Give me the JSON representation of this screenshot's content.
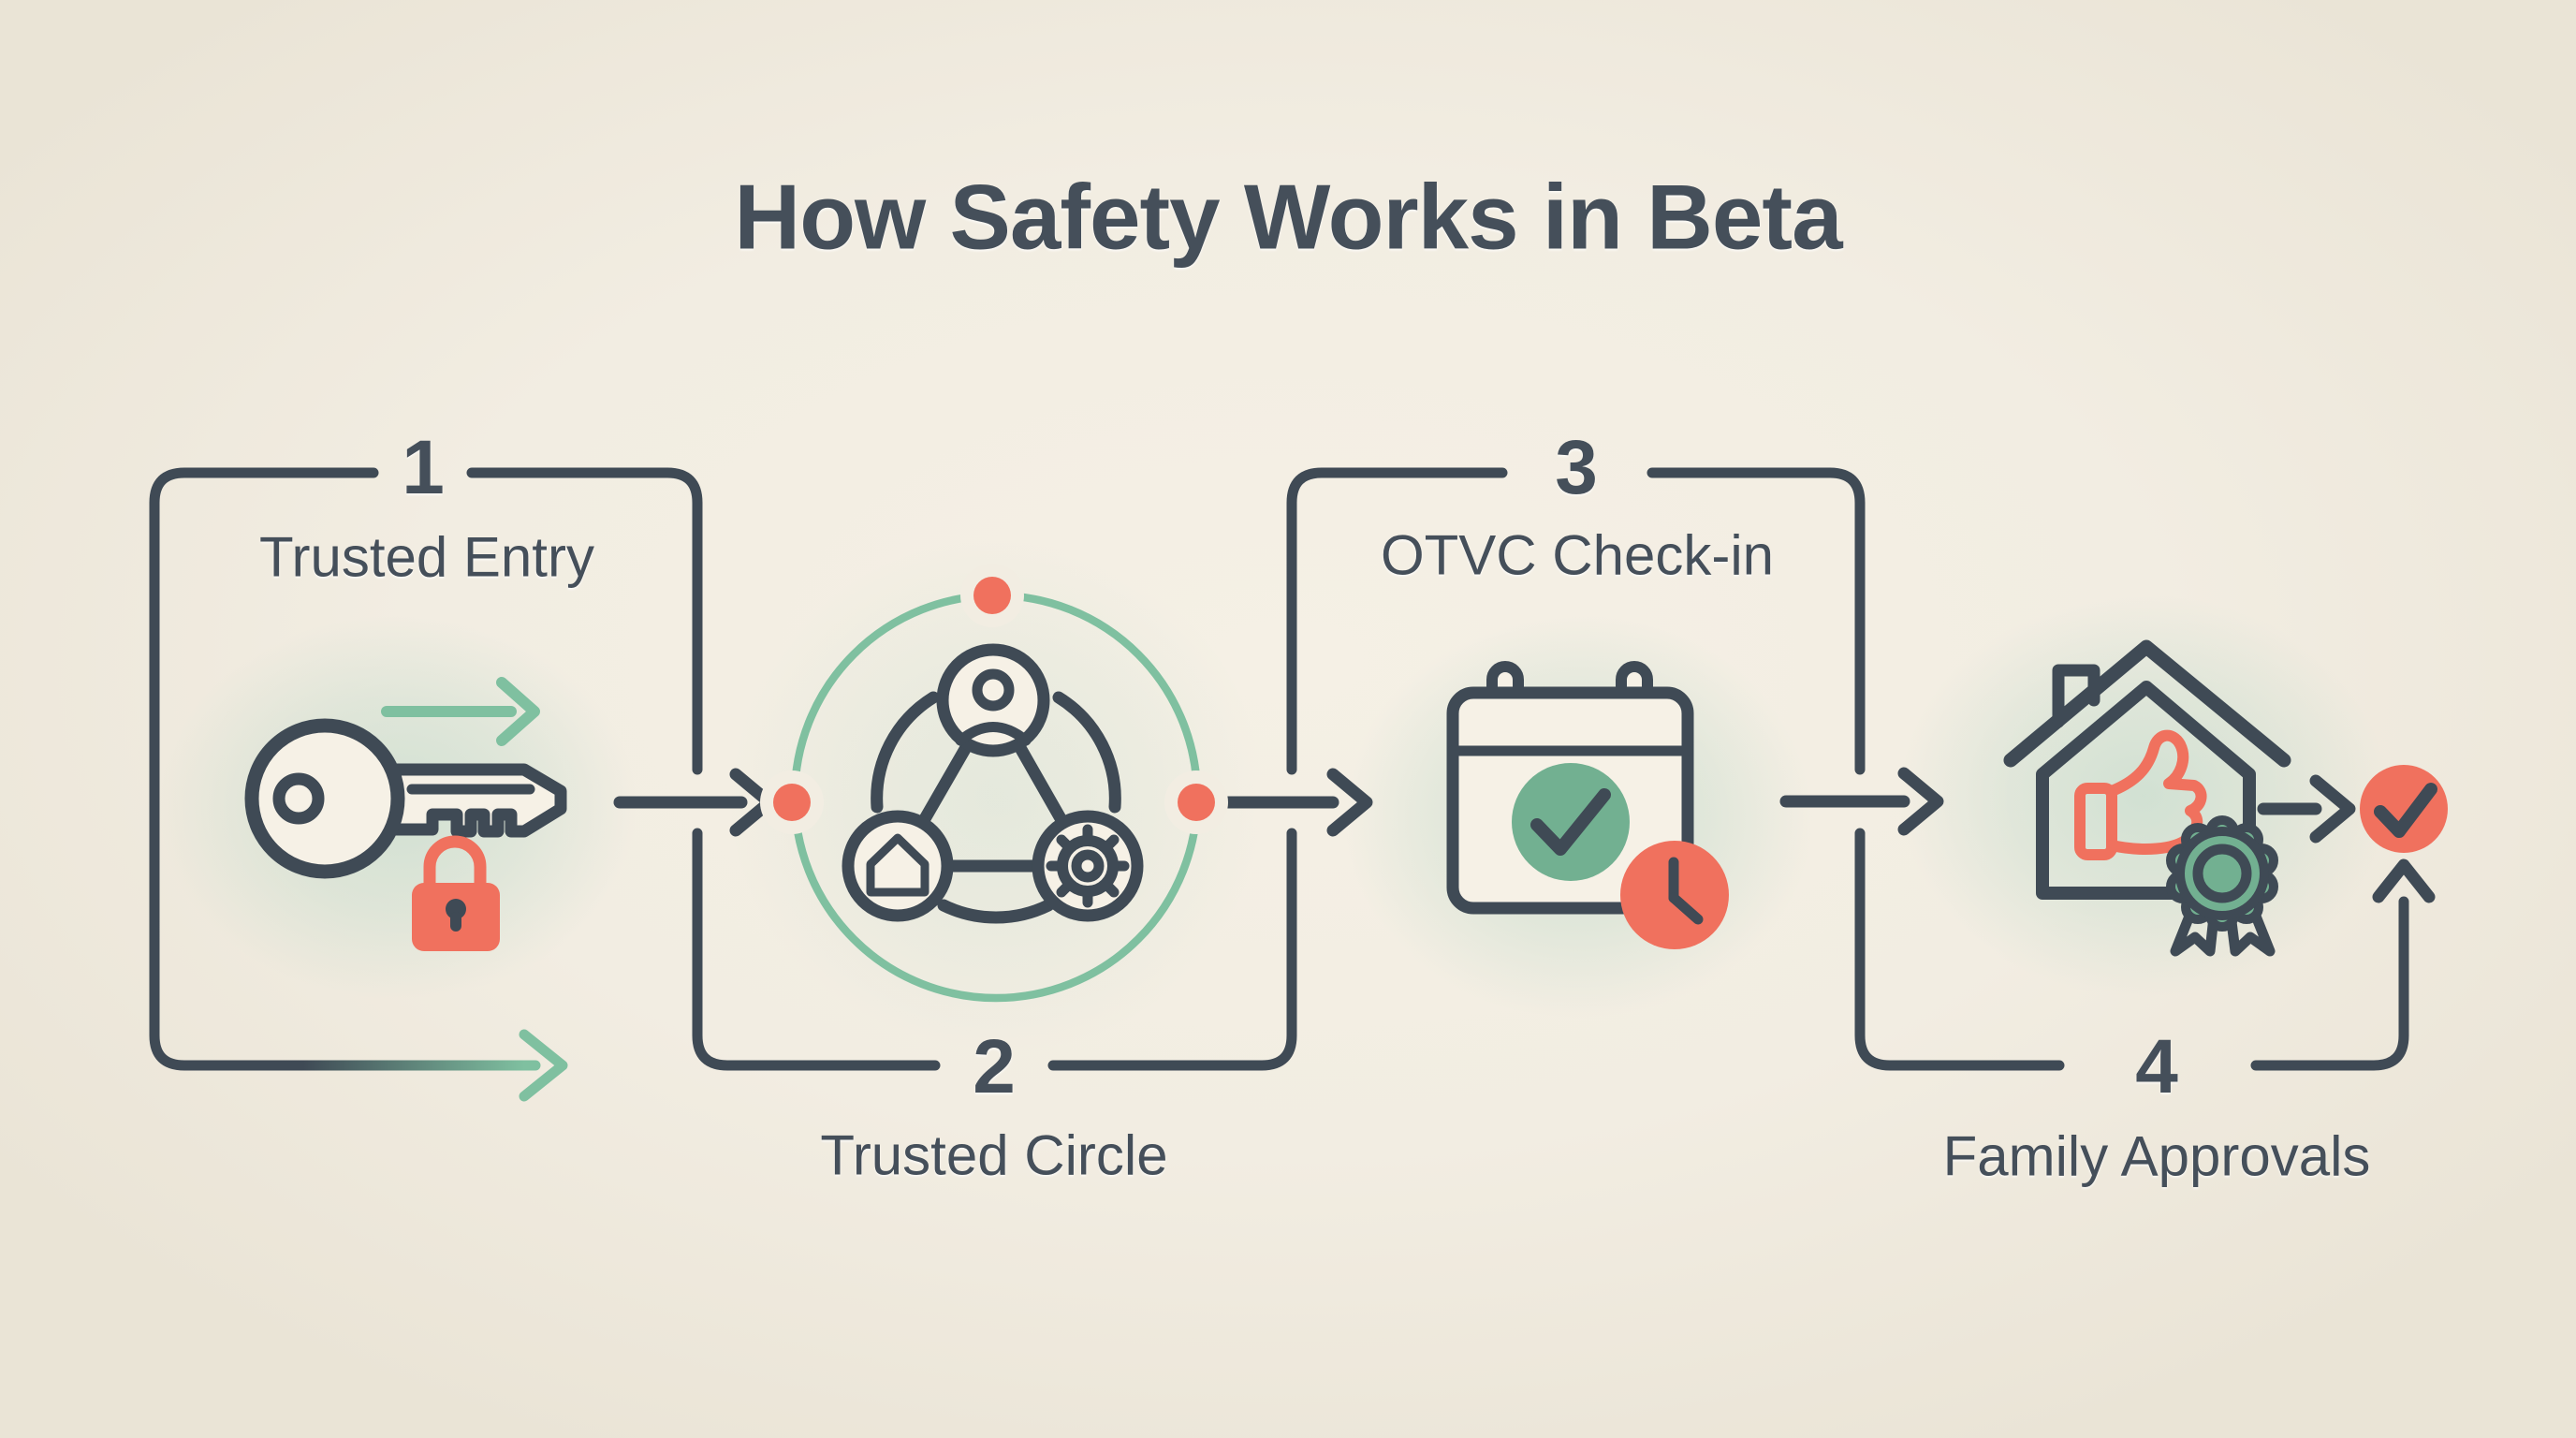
{
  "title": "How Safety Works in Beta",
  "steps": [
    {
      "number": "1",
      "label": "Trusted Entry",
      "icon": "key-with-lock"
    },
    {
      "number": "2",
      "label": "Trusted Circle",
      "icon": "people-home-gear-network-circle"
    },
    {
      "number": "3",
      "label": "OTVC Check-in",
      "icon": "calendar-check-with-clock"
    },
    {
      "number": "4",
      "label": "Family Approvals",
      "icon": "house-thumbs-up-award-badge"
    }
  ],
  "icons": {
    "step1": [
      "key-icon",
      "padlock-icon",
      "right-arrow-icon"
    ],
    "step2": [
      "person-icon",
      "home-icon",
      "gear-icon",
      "orbit-dots"
    ],
    "step3": [
      "calendar-icon",
      "check-circle-icon",
      "clock-icon"
    ],
    "step4": [
      "house-icon",
      "thumbs-up-icon",
      "award-rosette-icon",
      "approved-check-icon",
      "up-arrow-icon"
    ]
  },
  "theme": {
    "bg": "#f2ede2",
    "bg-deep": "#eae4d6",
    "slate": "#3f4a55",
    "text": "#454f5a",
    "coral": "#f0715e",
    "green": "#7fc0a0",
    "green-fill": "#72b091",
    "icon-fill": "#f6f1e6",
    "mint": "#bdd9c9"
  }
}
